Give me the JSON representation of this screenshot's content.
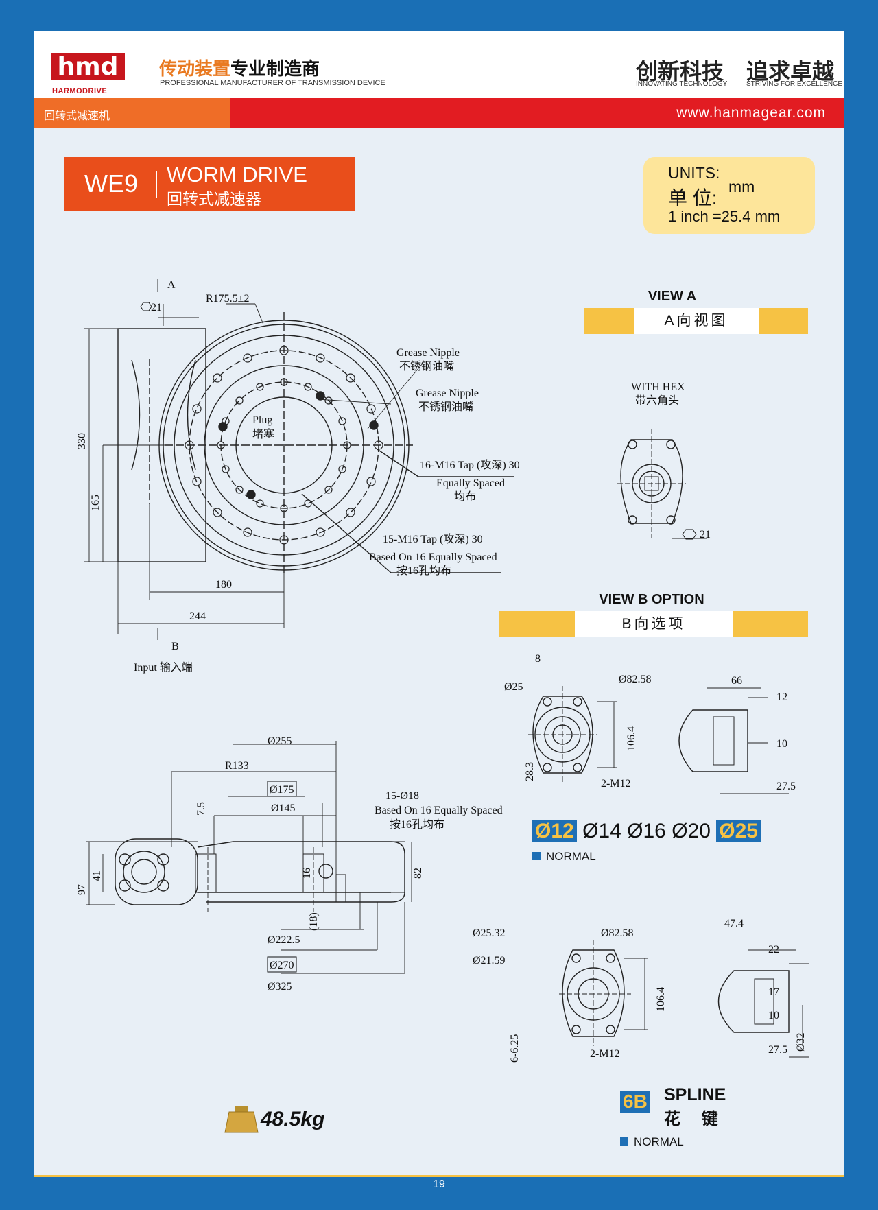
{
  "header": {
    "logo_text": "HARMODRIVE",
    "brand_cn_a": "传动装置",
    "brand_cn_b": "专业制造商",
    "brand_en": "PROFESSIONAL MANUFACTURER OF TRANSMISSION DEVICE",
    "slogan1_cn": "创新科技",
    "slogan1_en": "INNOVATING TECHNOLOGY",
    "slogan2_cn": "追求卓越",
    "slogan2_en": "STRIVING FOR EXCELLENCE"
  },
  "band": {
    "category": "回转式减速机",
    "url": "www.hanmagear.com"
  },
  "model": {
    "code": "WE9",
    "title": "WORM DRIVE",
    "subtitle": "回转式减速器"
  },
  "units": {
    "label_en": "UNITS:",
    "label_cn": "单 位:",
    "unit": "mm",
    "conversion": "1 inch =25.4 mm"
  },
  "view_a": {
    "title": "VIEW A",
    "subtitle": "A向视图",
    "hex_en": "WITH HEX",
    "hex_cn": "带六角头",
    "hex_size": "21"
  },
  "view_b": {
    "title": "VIEW B OPTION",
    "subtitle": "B向选项"
  },
  "front_view": {
    "hex": "21",
    "radius": "R175.5±2",
    "label_a": "A",
    "label_b": "B",
    "grease1_en": "Grease Nipple",
    "grease1_cn": "不锈钢油嘴",
    "grease2_en": "Grease Nipple",
    "grease2_cn": "不锈钢油嘴",
    "plug_en": "Plug",
    "plug_cn": "堵塞",
    "tap1": "16-M16  Tap (攻深) 30",
    "tap1_b": "Equally Spaced",
    "tap1_c": "均布",
    "tap2": "15-M16 Tap (攻深) 30",
    "tap2_b": "Based On 16 Equally Spaced",
    "tap2_c": "按16孔均布",
    "dim_330": "330",
    "dim_165": "165",
    "dim_180": "180",
    "dim_244": "244",
    "input": "Input  输入端"
  },
  "side_view": {
    "d255": "Ø255",
    "r133": "R133",
    "d175": "Ø175",
    "d145": "Ø145",
    "d7_5": "7.5",
    "holes": "15-Ø18",
    "holes_b": "Based On 16 Equally Spaced",
    "holes_c": "按16孔均布",
    "h41": "41",
    "h97": "97",
    "h16": "16",
    "h82": "82",
    "h18": "(18)",
    "d222": "Ø222.5",
    "d270": "Ø270",
    "d325": "Ø325"
  },
  "option_keyed": {
    "key": "8",
    "bore": "Ø25",
    "pilot": "Ø82.58",
    "h106": "106.4",
    "h28": "28.3",
    "screws": "2-M12",
    "w66": "66",
    "w12": "12",
    "w10": "10",
    "w27": "27.5"
  },
  "shaft_sizes": {
    "s1": "Ø12",
    "s2": "Ø14",
    "s3": "Ø16",
    "s4": "Ø20",
    "s5": "Ø25",
    "normal": "NORMAL"
  },
  "option_spline": {
    "od": "Ø25.32",
    "id": "Ø21.59",
    "pilot": "Ø82.58",
    "h106": "106.4",
    "teeth": "6-6.25",
    "screws": "2-M12",
    "w47": "47.4",
    "w22": "22",
    "w17": "17",
    "w10": "10",
    "w27": "27.5",
    "d32": "Ø32"
  },
  "spline": {
    "code": "6B",
    "title": "SPLINE",
    "title_cn": "花 键",
    "normal": "NORMAL"
  },
  "weight": "48.5kg",
  "page_number": "19",
  "colors": {
    "frame": "#1a6fb5",
    "orange": "#ef6d27",
    "red": "#e21c22",
    "yellow": "#f6c244",
    "units_bg": "#fde59a"
  }
}
